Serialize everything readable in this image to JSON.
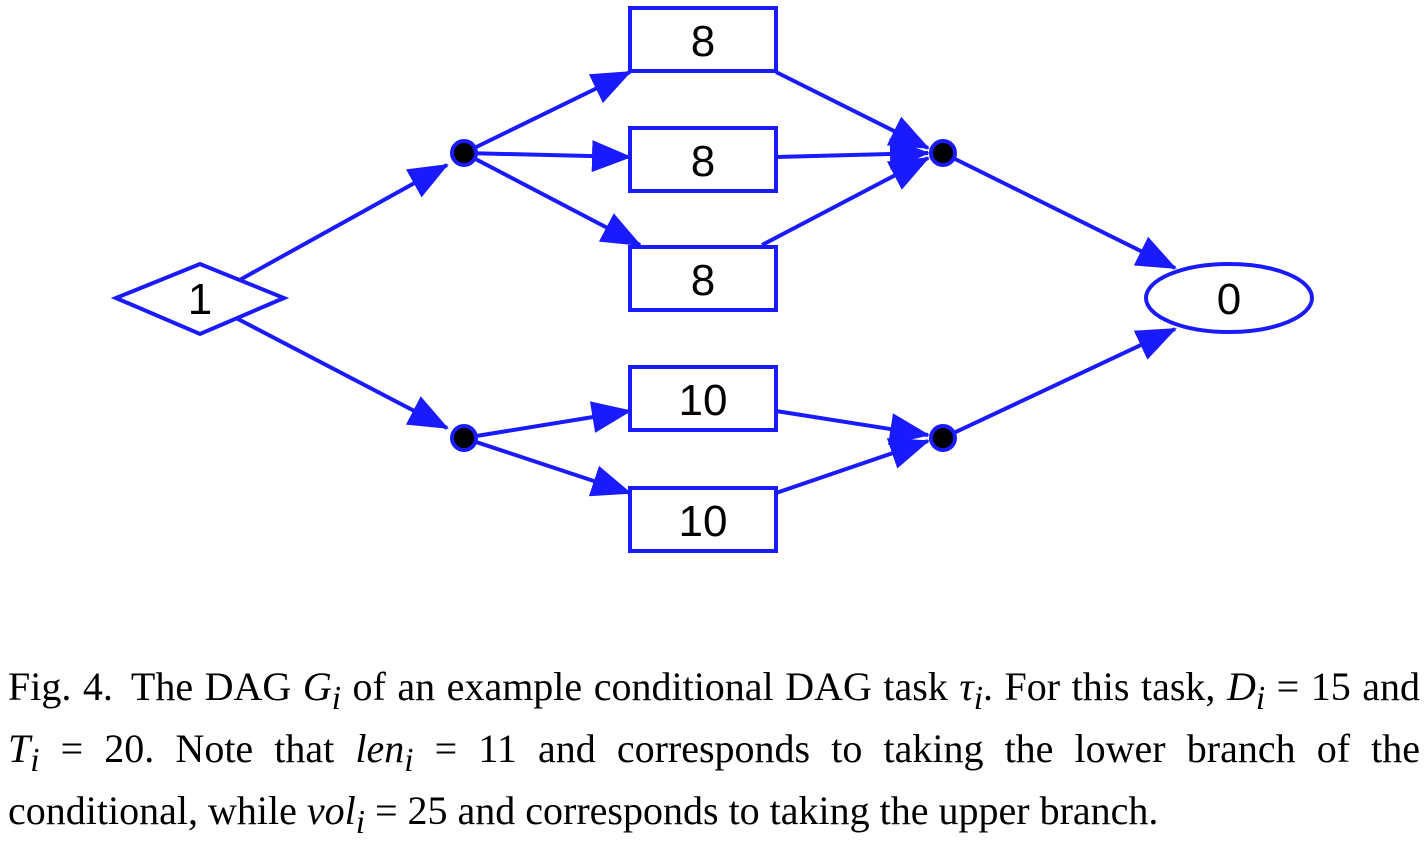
{
  "diagram": {
    "nodes": {
      "start": "1",
      "end": "0",
      "upper_top": "8",
      "upper_mid": "8",
      "upper_bot": "8",
      "lower_top": "10",
      "lower_bot": "10"
    },
    "colors": {
      "stroke": "#1a1aff",
      "fill": "#ffffff",
      "dot": "#000000"
    }
  },
  "caption": {
    "label": "Fig. 4.",
    "p1": "The DAG ",
    "G": "G",
    "i": "i",
    "p2": " of an example conditional DAG task ",
    "tau": "τ",
    "p3": ". For this task, ",
    "D": "D",
    "p4": " = 15 and ",
    "T": "T",
    "p5": " = 20. Note that ",
    "len": "len",
    "p6": " = 11 and corresponds to taking the lower branch of the conditional, while ",
    "vol": "vol",
    "p7": " = 25 and corresponds to taking the upper branch."
  }
}
